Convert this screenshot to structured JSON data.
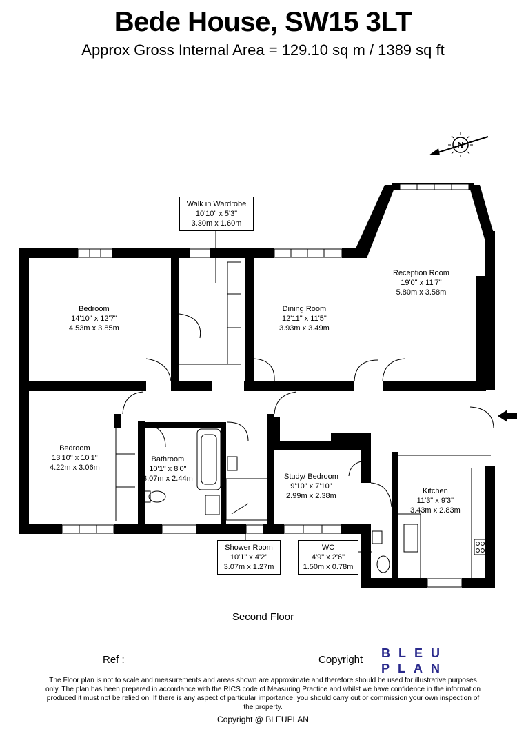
{
  "header": {
    "title": "Bede House, SW15 3LT",
    "subtitle": "Approx Gross Internal Area = 129.10 sq m / 1389 sq ft"
  },
  "compass": {
    "label": "N"
  },
  "rooms": [
    {
      "name": "Bedroom",
      "imperial": "14'10\" x 12'7\"",
      "metric": "4.53m x 3.85m"
    },
    {
      "name": "Dining Room",
      "imperial": "12'11\" x 11'5\"",
      "metric": "3.93m x 3.49m"
    },
    {
      "name": "Reception Room",
      "imperial": "19'0\" x 11'7\"",
      "metric": "5.80m x 3.58m"
    },
    {
      "name": "Bedroom",
      "imperial": "13'10\" x 10'1\"",
      "metric": "4.22m x 3.06m"
    },
    {
      "name": "Bathroom",
      "imperial": "10'1\" x 8'0\"",
      "metric": "3.07m x 2.44m"
    },
    {
      "name": "Study/ Bedroom",
      "imperial": "9'10\" x 7'10\"",
      "metric": "2.99m x 2.38m"
    },
    {
      "name": "Kitchen",
      "imperial": "11'3\" x 9'3\"",
      "metric": "3.43m x 2.83m"
    }
  ],
  "callouts": [
    {
      "name": "Walk in Wardrobe",
      "imperial": "10'10\" x 5'3\"",
      "metric": "3.30m x 1.60m"
    },
    {
      "name": "Shower Room",
      "imperial": "10'1\" x 4'2\"",
      "metric": "3.07m x 1.27m"
    },
    {
      "name": "WC",
      "imperial": "4'9\" x 2'6\"",
      "metric": "1.50m x 0.78m"
    }
  ],
  "floor_label": "Second Floor",
  "footer": {
    "ref_label": "Ref  :",
    "copyright_label": "Copyright",
    "logo_line1": "BLEU",
    "logo_line2": "PLAN",
    "disclaimer": "The Floor plan is not to scale and measurements and areas shown are approximate and therefore should be used for illustrative purposes only. The plan has been prepared in accordance with the RICS code of Measuring Practice and whilst we have confidence in the information produced it must not be relied on. If there is any aspect of particular importance, you should carry out or commission your own inspection of the property.",
    "copyright_line": "Copyright @ BLEUPLAN"
  },
  "colors": {
    "wall": "#000000",
    "logo": "#2a2a8c",
    "background": "#ffffff"
  }
}
